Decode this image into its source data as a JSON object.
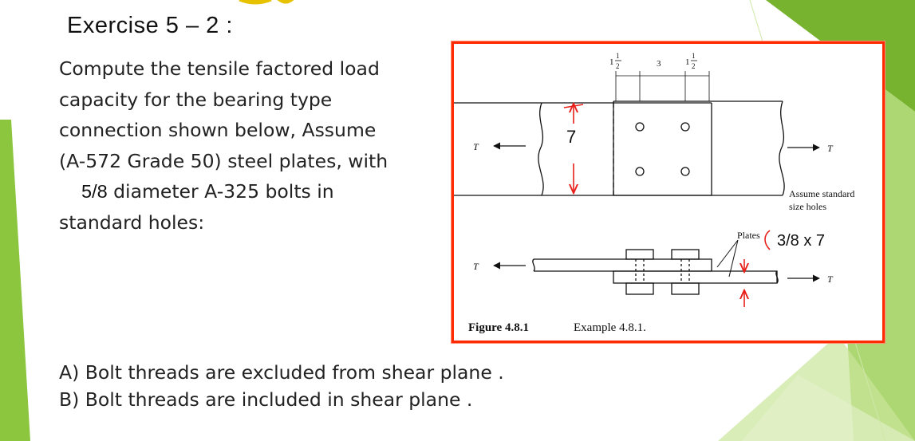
{
  "slide": {
    "title": "Exercise 5 – 2 :",
    "problem_lines": [
      "Compute the tensile factored load",
      "capacity for the bearing type",
      "connection shown below, Assume",
      "(A-572 Grade 50) steel plates, with"
    ],
    "bolt_size": "5/8",
    "bolt_line_rest": " diameter A-325 bolts in",
    "problem_last_line": "standard holes:",
    "answers": [
      "A) Bolt threads are excluded from shear plane .",
      "B) Bolt threads are included in shear plane ."
    ],
    "colors": {
      "accent_green": "#8cc63f",
      "frame_red": "#ff2a00",
      "annotation_red": "#e8201a"
    }
  },
  "figure": {
    "dim_left_whole": "1",
    "dim_left_frac_num": "1",
    "dim_left_frac_den": "2",
    "dim_middle": "3",
    "dim_right_whole": "1",
    "dim_right_frac_num": "1",
    "dim_right_frac_den": "2",
    "force_label": "T",
    "note_line1": "Assume standard",
    "note_line2": "size holes",
    "plates_label": "Plates",
    "caption_label": "Figure 4.8.1",
    "caption_text": "Example 4.8.1.",
    "annot_width": "7",
    "annot_plates": "3/8 x 7"
  }
}
